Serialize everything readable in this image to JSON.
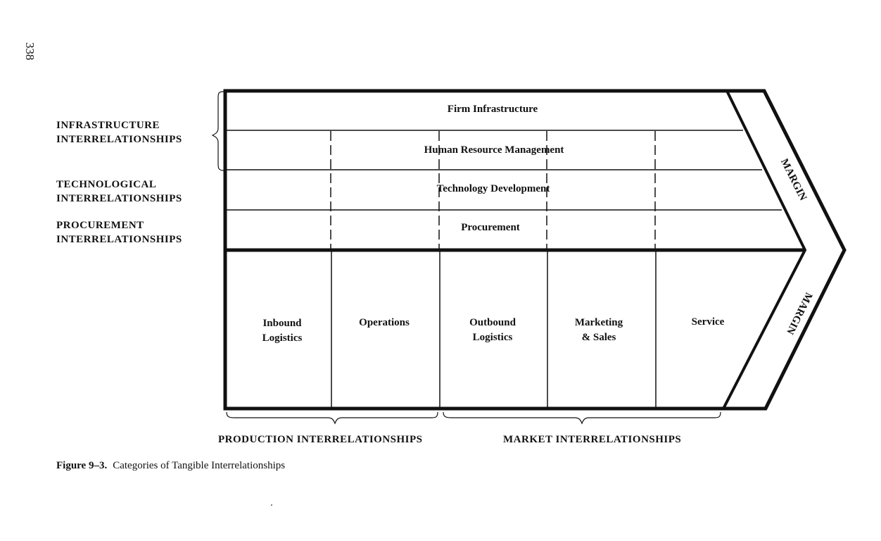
{
  "page_number": "338",
  "left_labels": {
    "infrastructure": [
      "INFRASTRUCTURE",
      "INTERRELATIONSHIPS"
    ],
    "technological": [
      "TECHNOLOGICAL",
      "INTERRELATIONSHIPS"
    ],
    "procurement": [
      "PROCUREMENT",
      "INTERRELATIONSHIPS"
    ]
  },
  "support_activities": {
    "firm_infrastructure": "Firm Infrastructure",
    "human_resource_management": "Human Resource Management",
    "technology_development": "Technology Development",
    "procurement": "Procurement"
  },
  "primary_activities": {
    "inbound_logistics": [
      "Inbound",
      "Logistics"
    ],
    "operations": "Operations",
    "outbound_logistics": [
      "Outbound",
      "Logistics"
    ],
    "marketing_sales": [
      "Marketing",
      "& Sales"
    ],
    "service": "Service"
  },
  "margin_labels": {
    "upper": "MARGIN",
    "lower": "MARGIN"
  },
  "bottom_labels": {
    "production": "PRODUCTION INTERRELATIONSHIPS",
    "market": "MARKET INTERRELATIONSHIPS"
  },
  "caption": {
    "figure_number": "Figure 9–3.",
    "title": "Categories of Tangible Interrelationships"
  }
}
